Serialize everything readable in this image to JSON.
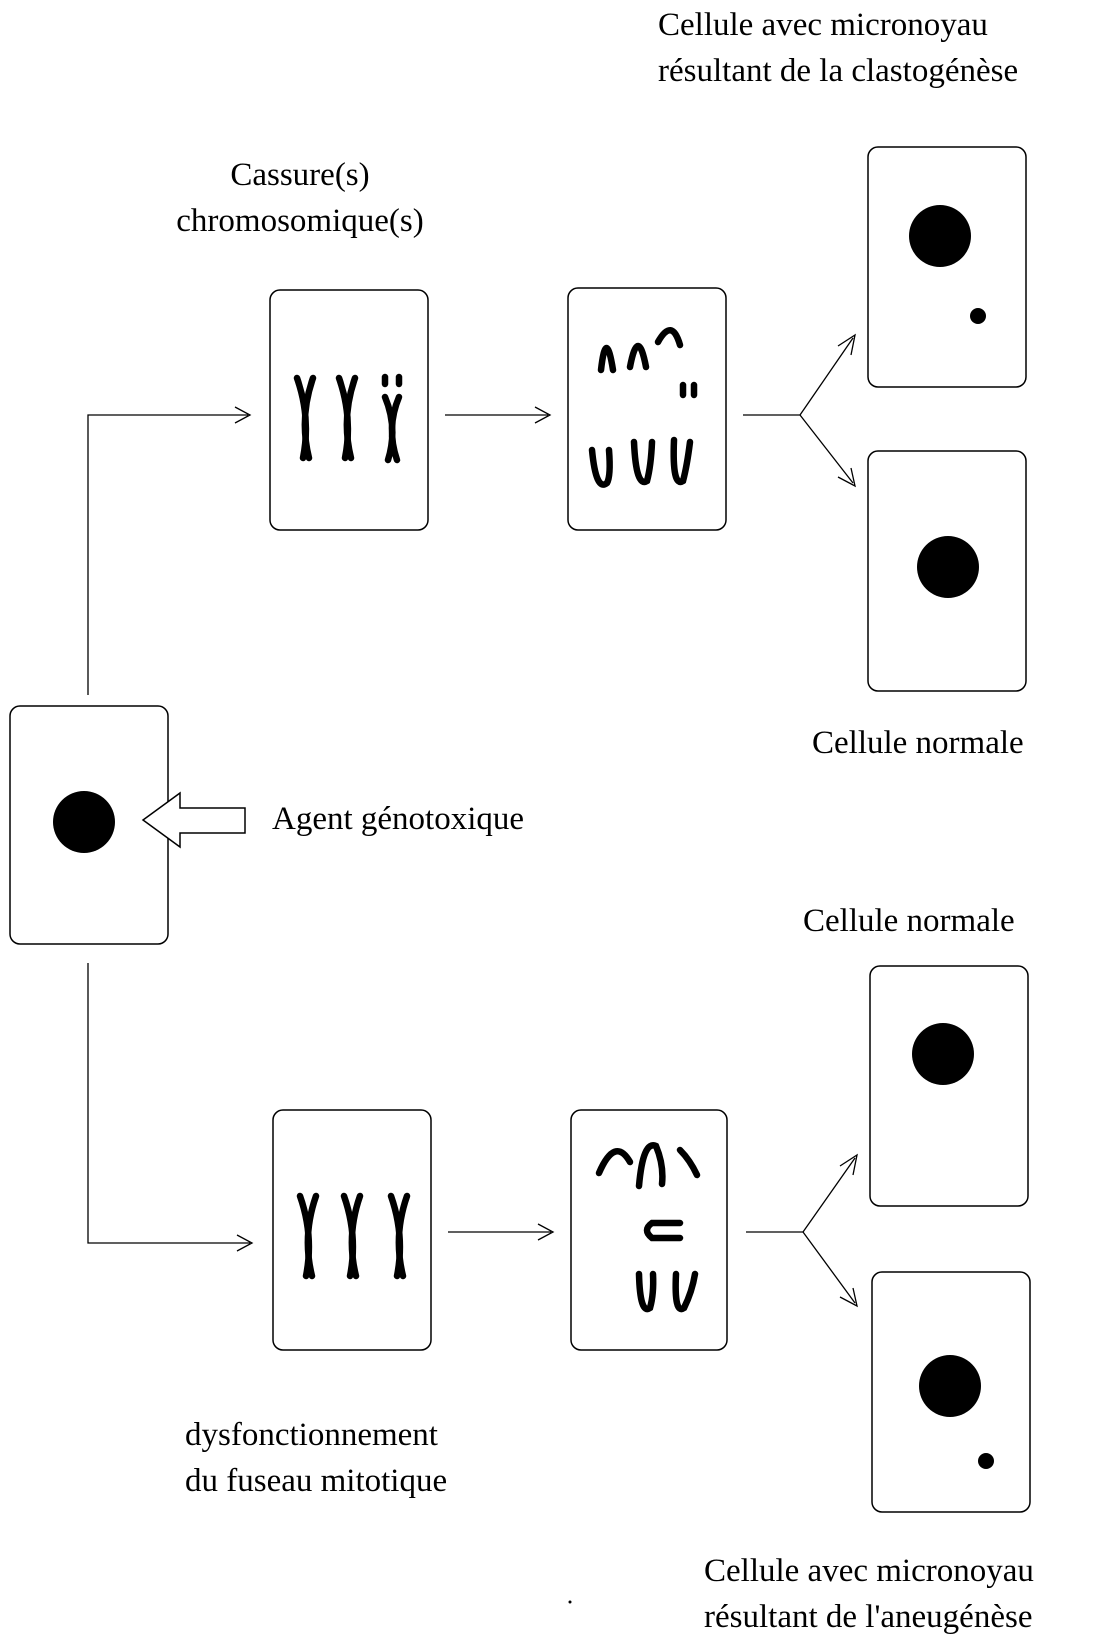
{
  "labels": {
    "top_clasto": [
      "Cellule avec micronoyau",
      "résultant de la clastogénèse"
    ],
    "cassures": [
      "Cassure(s)",
      "chromosomique(s)"
    ],
    "normal_top": "Cellule normale",
    "agent": "Agent génotoxique",
    "normal_bottom": "Cellule normale",
    "fuseau": [
      "dysfonctionnement",
      "du fuseau mitotique"
    ],
    "bottom_aneu": [
      "Cellule avec micronoyau",
      "résultant de l'aneugénèse"
    ]
  },
  "colors": {
    "ink": "#000000",
    "background": "#ffffff"
  }
}
